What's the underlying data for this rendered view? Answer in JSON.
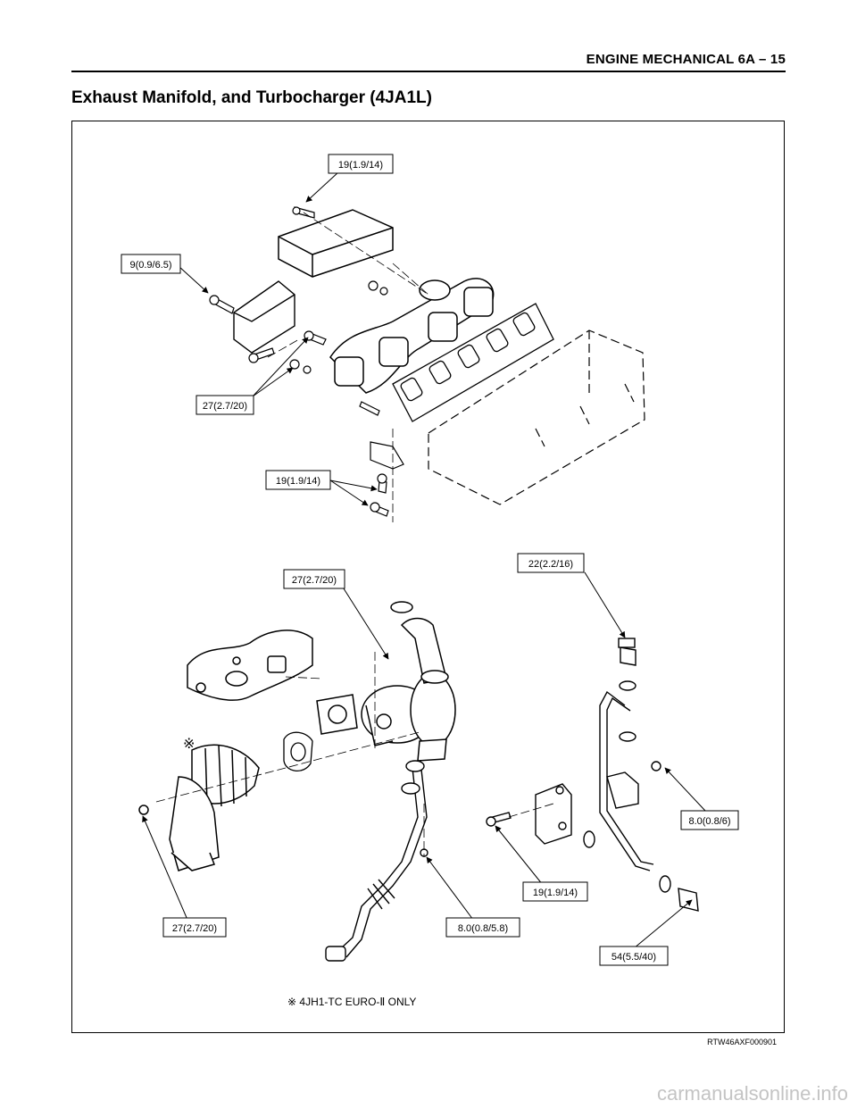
{
  "header": {
    "section_title": "ENGINE MECHANICAL   6A – 15"
  },
  "page": {
    "title": "Exhaust Manifold, and Turbocharger (4JA1L)"
  },
  "callouts": [
    {
      "id": "c1",
      "label": "19(1.9/14)"
    },
    {
      "id": "c2",
      "label": "9(0.9/6.5)"
    },
    {
      "id": "c3",
      "label": "27(2.7/20)"
    },
    {
      "id": "c4",
      "label": "19(1.9/14)"
    },
    {
      "id": "c5",
      "label": "27(2.7/20)"
    },
    {
      "id": "c6",
      "label": "22(2.2/16)"
    },
    {
      "id": "c7",
      "label": "8.0(0.8/6)"
    },
    {
      "id": "c8",
      "label": "19(1.9/14)"
    },
    {
      "id": "c9",
      "label": "27(2.7/20)"
    },
    {
      "id": "c10",
      "label": "8.0(0.8/5.8)"
    },
    {
      "id": "c11",
      "label": "54(5.5/40)"
    }
  ],
  "diagram": {
    "asterisk_mark": "※",
    "footnote": "※ 4JH1-TC EURO-Ⅱ  ONLY"
  },
  "figure_code": "RTW46AXF000901",
  "watermark": "carmanualsonline.info"
}
